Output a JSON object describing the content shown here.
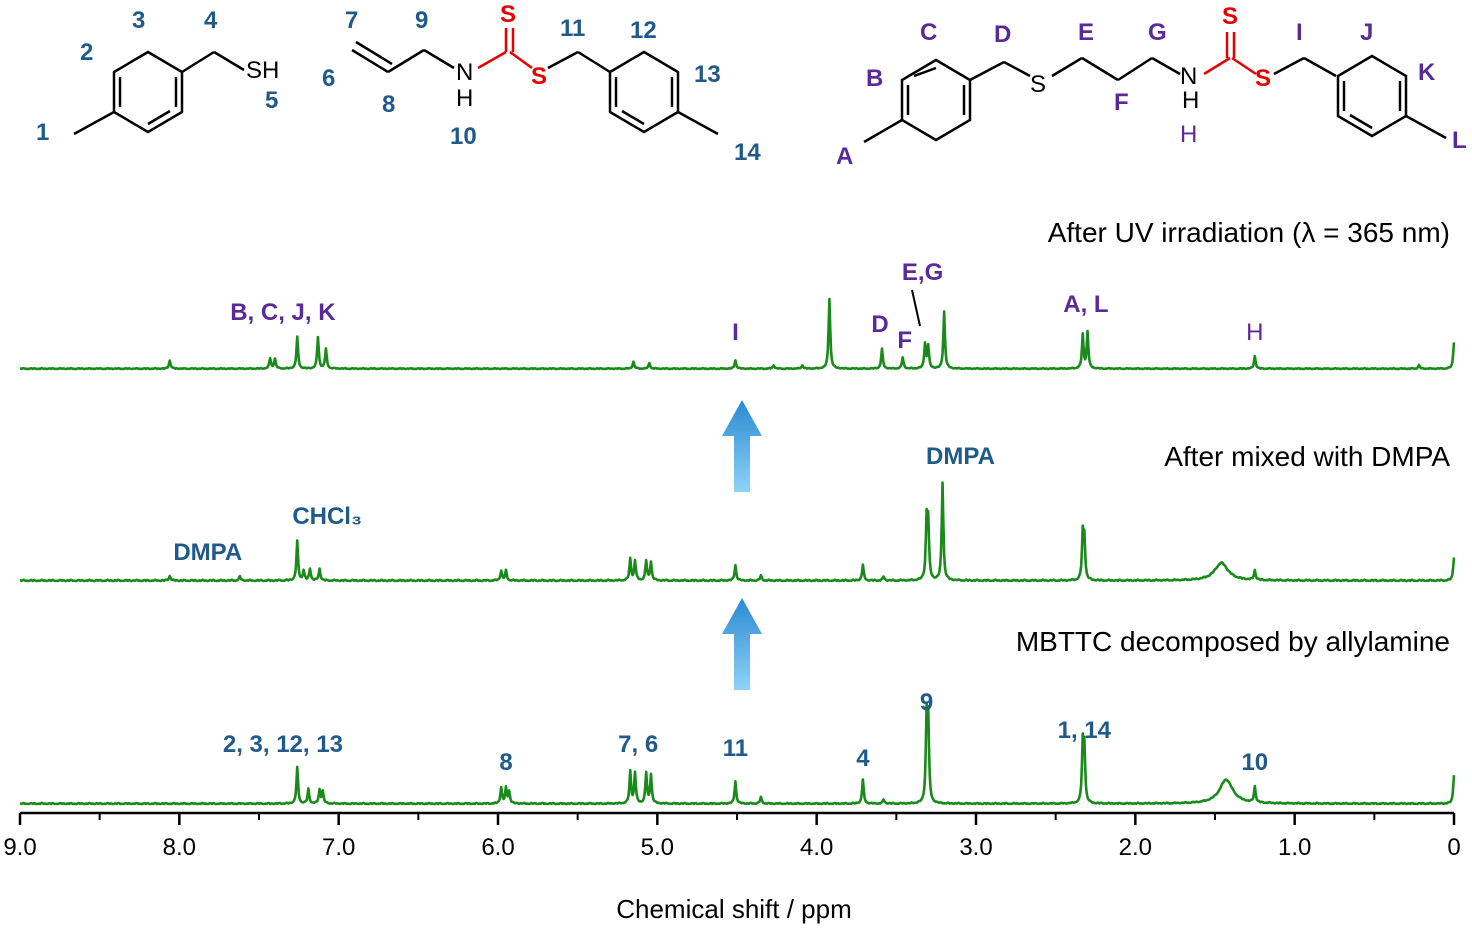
{
  "chart_data": {
    "type": "line",
    "xlabel": "Chemical shift / ppm",
    "x_tick_labels": [
      "9.0",
      "8.0",
      "7.0",
      "6.0",
      "5.0",
      "4.0",
      "3.0",
      "2.0",
      "1.0",
      "0"
    ],
    "xlim": [
      9.0,
      0
    ],
    "colors": {
      "spectrum": "#1a8a1a",
      "arrow_top": "#2a8ad0",
      "arrow_bottom": "#8fd2f8",
      "numbering": "#1f5a8a",
      "lettering": "#5b2a9a",
      "sulfur": "#e60000"
    },
    "series": [
      {
        "name": "MBTTC decomposed by allylamine",
        "peaks": [
          {
            "x": 7.26,
            "h": 0.45
          },
          {
            "x": 7.19,
            "h": 0.18
          },
          {
            "x": 7.12,
            "h": 0.17
          },
          {
            "x": 7.1,
            "h": 0.15
          },
          {
            "x": 5.98,
            "h": 0.2
          },
          {
            "x": 5.95,
            "h": 0.19
          },
          {
            "x": 5.93,
            "h": 0.15
          },
          {
            "x": 5.17,
            "h": 0.4
          },
          {
            "x": 5.14,
            "h": 0.38
          },
          {
            "x": 5.07,
            "h": 0.38
          },
          {
            "x": 5.04,
            "h": 0.36
          },
          {
            "x": 4.51,
            "h": 0.28
          },
          {
            "x": 4.35,
            "h": 0.08
          },
          {
            "x": 3.71,
            "h": 0.3
          },
          {
            "x": 3.58,
            "h": 0.05
          },
          {
            "x": 3.31,
            "h": 1.0
          },
          {
            "x": 3.3,
            "h": 0.95
          },
          {
            "x": 2.33,
            "h": 0.7
          },
          {
            "x": 2.32,
            "h": 0.65
          },
          {
            "x": 1.43,
            "h": 0.3,
            "w": 0.05
          },
          {
            "x": 1.25,
            "h": 0.2
          },
          {
            "x": 0.0,
            "h": 0.36
          }
        ],
        "annotations": [
          {
            "text": "2, 3, 12, 13",
            "x": 7.35
          },
          {
            "text": "8",
            "x": 5.95
          },
          {
            "text": "7, 6",
            "x": 5.12
          },
          {
            "text": "11",
            "x": 4.51
          },
          {
            "text": "4",
            "x": 3.71
          },
          {
            "text": "9",
            "x": 3.31
          },
          {
            "text": "1, 14",
            "x": 2.32
          },
          {
            "text": "10",
            "x": 1.25
          }
        ]
      },
      {
        "name": "After mixed with DMPA",
        "peaks": [
          {
            "x": 8.06,
            "h": 0.05
          },
          {
            "x": 7.62,
            "h": 0.04
          },
          {
            "x": 7.26,
            "h": 0.4
          },
          {
            "x": 7.22,
            "h": 0.1
          },
          {
            "x": 7.18,
            "h": 0.12
          },
          {
            "x": 7.12,
            "h": 0.12
          },
          {
            "x": 5.98,
            "h": 0.1
          },
          {
            "x": 5.95,
            "h": 0.1
          },
          {
            "x": 5.17,
            "h": 0.22
          },
          {
            "x": 5.14,
            "h": 0.2
          },
          {
            "x": 5.07,
            "h": 0.2
          },
          {
            "x": 5.04,
            "h": 0.19
          },
          {
            "x": 4.51,
            "h": 0.16
          },
          {
            "x": 4.35,
            "h": 0.05
          },
          {
            "x": 3.71,
            "h": 0.16
          },
          {
            "x": 3.58,
            "h": 0.04
          },
          {
            "x": 3.31,
            "h": 0.58
          },
          {
            "x": 3.3,
            "h": 0.55
          },
          {
            "x": 3.21,
            "h": 1.0
          },
          {
            "x": 2.33,
            "h": 0.45
          },
          {
            "x": 2.32,
            "h": 0.4
          },
          {
            "x": 1.46,
            "h": 0.18,
            "w": 0.05
          },
          {
            "x": 1.25,
            "h": 0.1
          },
          {
            "x": 0.0,
            "h": 0.24
          }
        ],
        "annotations": [
          {
            "text": "DMPA",
            "x": 8.06
          },
          {
            "text": "CHCl₃",
            "x": 7.26
          },
          {
            "text": "DMPA",
            "x": 3.21
          }
        ]
      },
      {
        "name": "After UV irradiation (λ = 365 nm)",
        "peaks": [
          {
            "x": 8.06,
            "h": 0.12
          },
          {
            "x": 7.43,
            "h": 0.15
          },
          {
            "x": 7.4,
            "h": 0.14
          },
          {
            "x": 7.26,
            "h": 0.45
          },
          {
            "x": 7.13,
            "h": 0.45
          },
          {
            "x": 7.08,
            "h": 0.28
          },
          {
            "x": 5.15,
            "h": 0.1
          },
          {
            "x": 5.05,
            "h": 0.08
          },
          {
            "x": 4.51,
            "h": 0.12
          },
          {
            "x": 4.27,
            "h": 0.05
          },
          {
            "x": 4.09,
            "h": 0.05
          },
          {
            "x": 3.92,
            "h": 1.0
          },
          {
            "x": 3.59,
            "h": 0.28
          },
          {
            "x": 3.46,
            "h": 0.16
          },
          {
            "x": 3.32,
            "h": 0.35
          },
          {
            "x": 3.3,
            "h": 0.32
          },
          {
            "x": 3.2,
            "h": 0.82
          },
          {
            "x": 2.33,
            "h": 0.48
          },
          {
            "x": 2.3,
            "h": 0.52
          },
          {
            "x": 1.25,
            "h": 0.18
          },
          {
            "x": 0.22,
            "h": 0.05
          },
          {
            "x": 0.0,
            "h": 0.38
          }
        ],
        "annotations": [
          {
            "text": "B, C, J, K",
            "x": 7.35
          },
          {
            "text": "I",
            "x": 4.51
          },
          {
            "text": "D",
            "x": 3.59
          },
          {
            "text": "F",
            "x": 3.46
          },
          {
            "text": "E,G",
            "x": 3.31
          },
          {
            "text": "A, L",
            "x": 2.31
          },
          {
            "text": "H",
            "x": 1.25
          }
        ]
      }
    ]
  },
  "structures": {
    "mbt": {
      "numbers": [
        "1",
        "2",
        "3",
        "4",
        "5"
      ],
      "sh": "SH"
    },
    "allyl": {
      "numbers": [
        "6",
        "7",
        "8",
        "9",
        "10",
        "11",
        "12",
        "13",
        "14"
      ],
      "n": "N",
      "h": "H",
      "s": "S"
    },
    "product": {
      "letters": [
        "A",
        "B",
        "C",
        "D",
        "E",
        "F",
        "G",
        "H",
        "I",
        "J",
        "K",
        "L"
      ],
      "s": "S",
      "n": "N",
      "h": "H"
    }
  }
}
